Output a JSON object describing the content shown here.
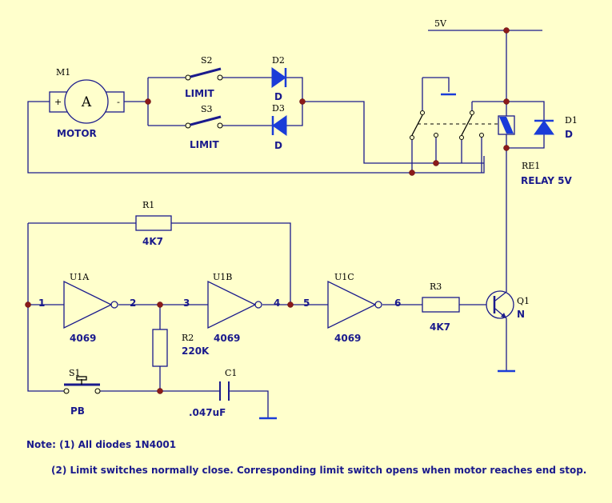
{
  "supply": "5V",
  "motor": {
    "ref": "M1",
    "value": "MOTOR",
    "symbol": "A",
    "plus": "+",
    "minus": "-"
  },
  "s2": {
    "ref": "S2",
    "value": "LIMIT"
  },
  "s3": {
    "ref": "S3",
    "value": "LIMIT"
  },
  "d2": {
    "ref": "D2",
    "value": "D"
  },
  "d3": {
    "ref": "D3",
    "value": "D"
  },
  "d1": {
    "ref": "D1",
    "value": "D"
  },
  "relay": {
    "ref": "RE1",
    "value": "RELAY 5V"
  },
  "r1": {
    "ref": "R1",
    "value": "4K7"
  },
  "r2": {
    "ref": "R2",
    "value": "220K"
  },
  "r3": {
    "ref": "R3",
    "value": "4K7"
  },
  "u1a": {
    "ref": "U1A",
    "value": "4069"
  },
  "u1b": {
    "ref": "U1B",
    "value": "4069"
  },
  "u1c": {
    "ref": "U1C",
    "value": "4069"
  },
  "q1": {
    "ref": "Q1",
    "value": "N"
  },
  "s1": {
    "ref": "S1",
    "value": "PB"
  },
  "c1": {
    "ref": "C1",
    "value": ".047uF"
  },
  "pins": {
    "p1": "1",
    "p2": "2",
    "p3": "3",
    "p4": "4",
    "p5": "5",
    "p6": "6"
  },
  "notes": {
    "line1": "Note: (1) All diodes 1N4001",
    "line2": "(2) Limit switches normally close. Corresponding limit switch opens when motor reaches end stop."
  }
}
